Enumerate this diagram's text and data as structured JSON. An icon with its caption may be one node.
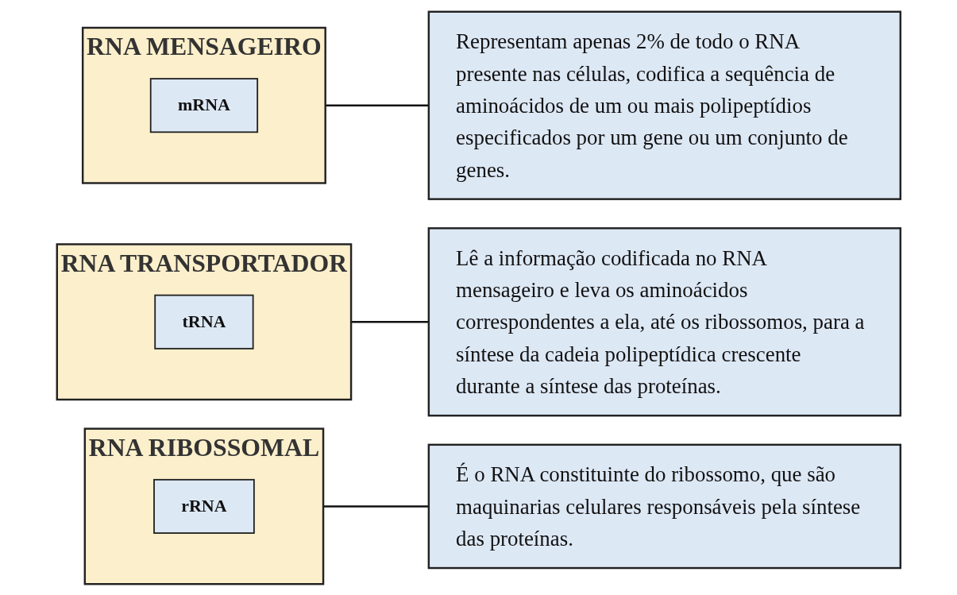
{
  "diagram": {
    "nodes": [
      {
        "text": [
          "RNA MENSAGEIRO"
        ]
      },
      {
        "text": [
          "mRNA"
        ],
        "in": 0
      },
      {
        "text": [
          "Representam apenas 2% de todo o RNA presente nas células, codifica a sequência de aminoácidos de um ou mais polipeptídios especificados por um gene ou um conjunto de genes."
        ]
      },
      {
        "text": [
          "RNA TRANSPORTADOR"
        ]
      },
      {
        "text": [
          "tRNA"
        ],
        "in": 3
      },
      {
        "text": [
          "Lê a informação codificada no RNA mensageiro e leva os aminoácidos correspondentes a ela, até os ribossomos, para a síntese da cadeia polipeptídica crescente durante a síntese das proteínas."
        ]
      },
      {
        "text": [
          "RNA RIBOSSOMAL"
        ]
      },
      {
        "text": [
          "rRNA"
        ],
        "in": 6
      },
      {
        "text": [
          "É o RNA constituinte do ribossomo, que são maquinarias celulares responsáveis pela síntese das proteínas."
        ]
      }
    ],
    "edges": [
      {
        "from": 0,
        "to": 2,
        "arrow": "none"
      },
      {
        "from": 3,
        "to": 5,
        "arrow": "none"
      },
      {
        "from": 6,
        "to": 8,
        "arrow": "none"
      }
    ]
  }
}
